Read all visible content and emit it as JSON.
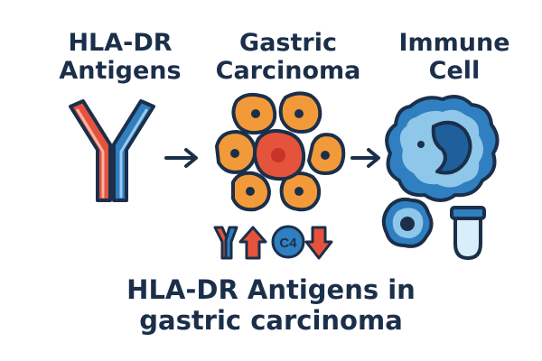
{
  "labels": {
    "antigens": [
      "HLA-DR",
      "Antigens"
    ],
    "carcinoma": [
      "Gastric",
      "Carcinoma"
    ],
    "immune": [
      "Immune",
      "Cell"
    ]
  },
  "marker_text": "C4",
  "caption": [
    "HLA-DR Antigens in",
    "gastric carcinoma"
  ],
  "colors": {
    "navy": "#1b2f4a",
    "red": "#e5533d",
    "blue": "#2f7fc1",
    "orange": "#f29a3a",
    "light_blue": "#8ec7ea",
    "tube_fill": "#d8eefa"
  },
  "icons": [
    "antibody-icon",
    "arrow-right-icon",
    "tumor-cell-cluster-icon",
    "immune-cell-icon",
    "small-cell-icon",
    "test-tube-icon",
    "arrow-up-icon",
    "arrow-down-icon"
  ]
}
